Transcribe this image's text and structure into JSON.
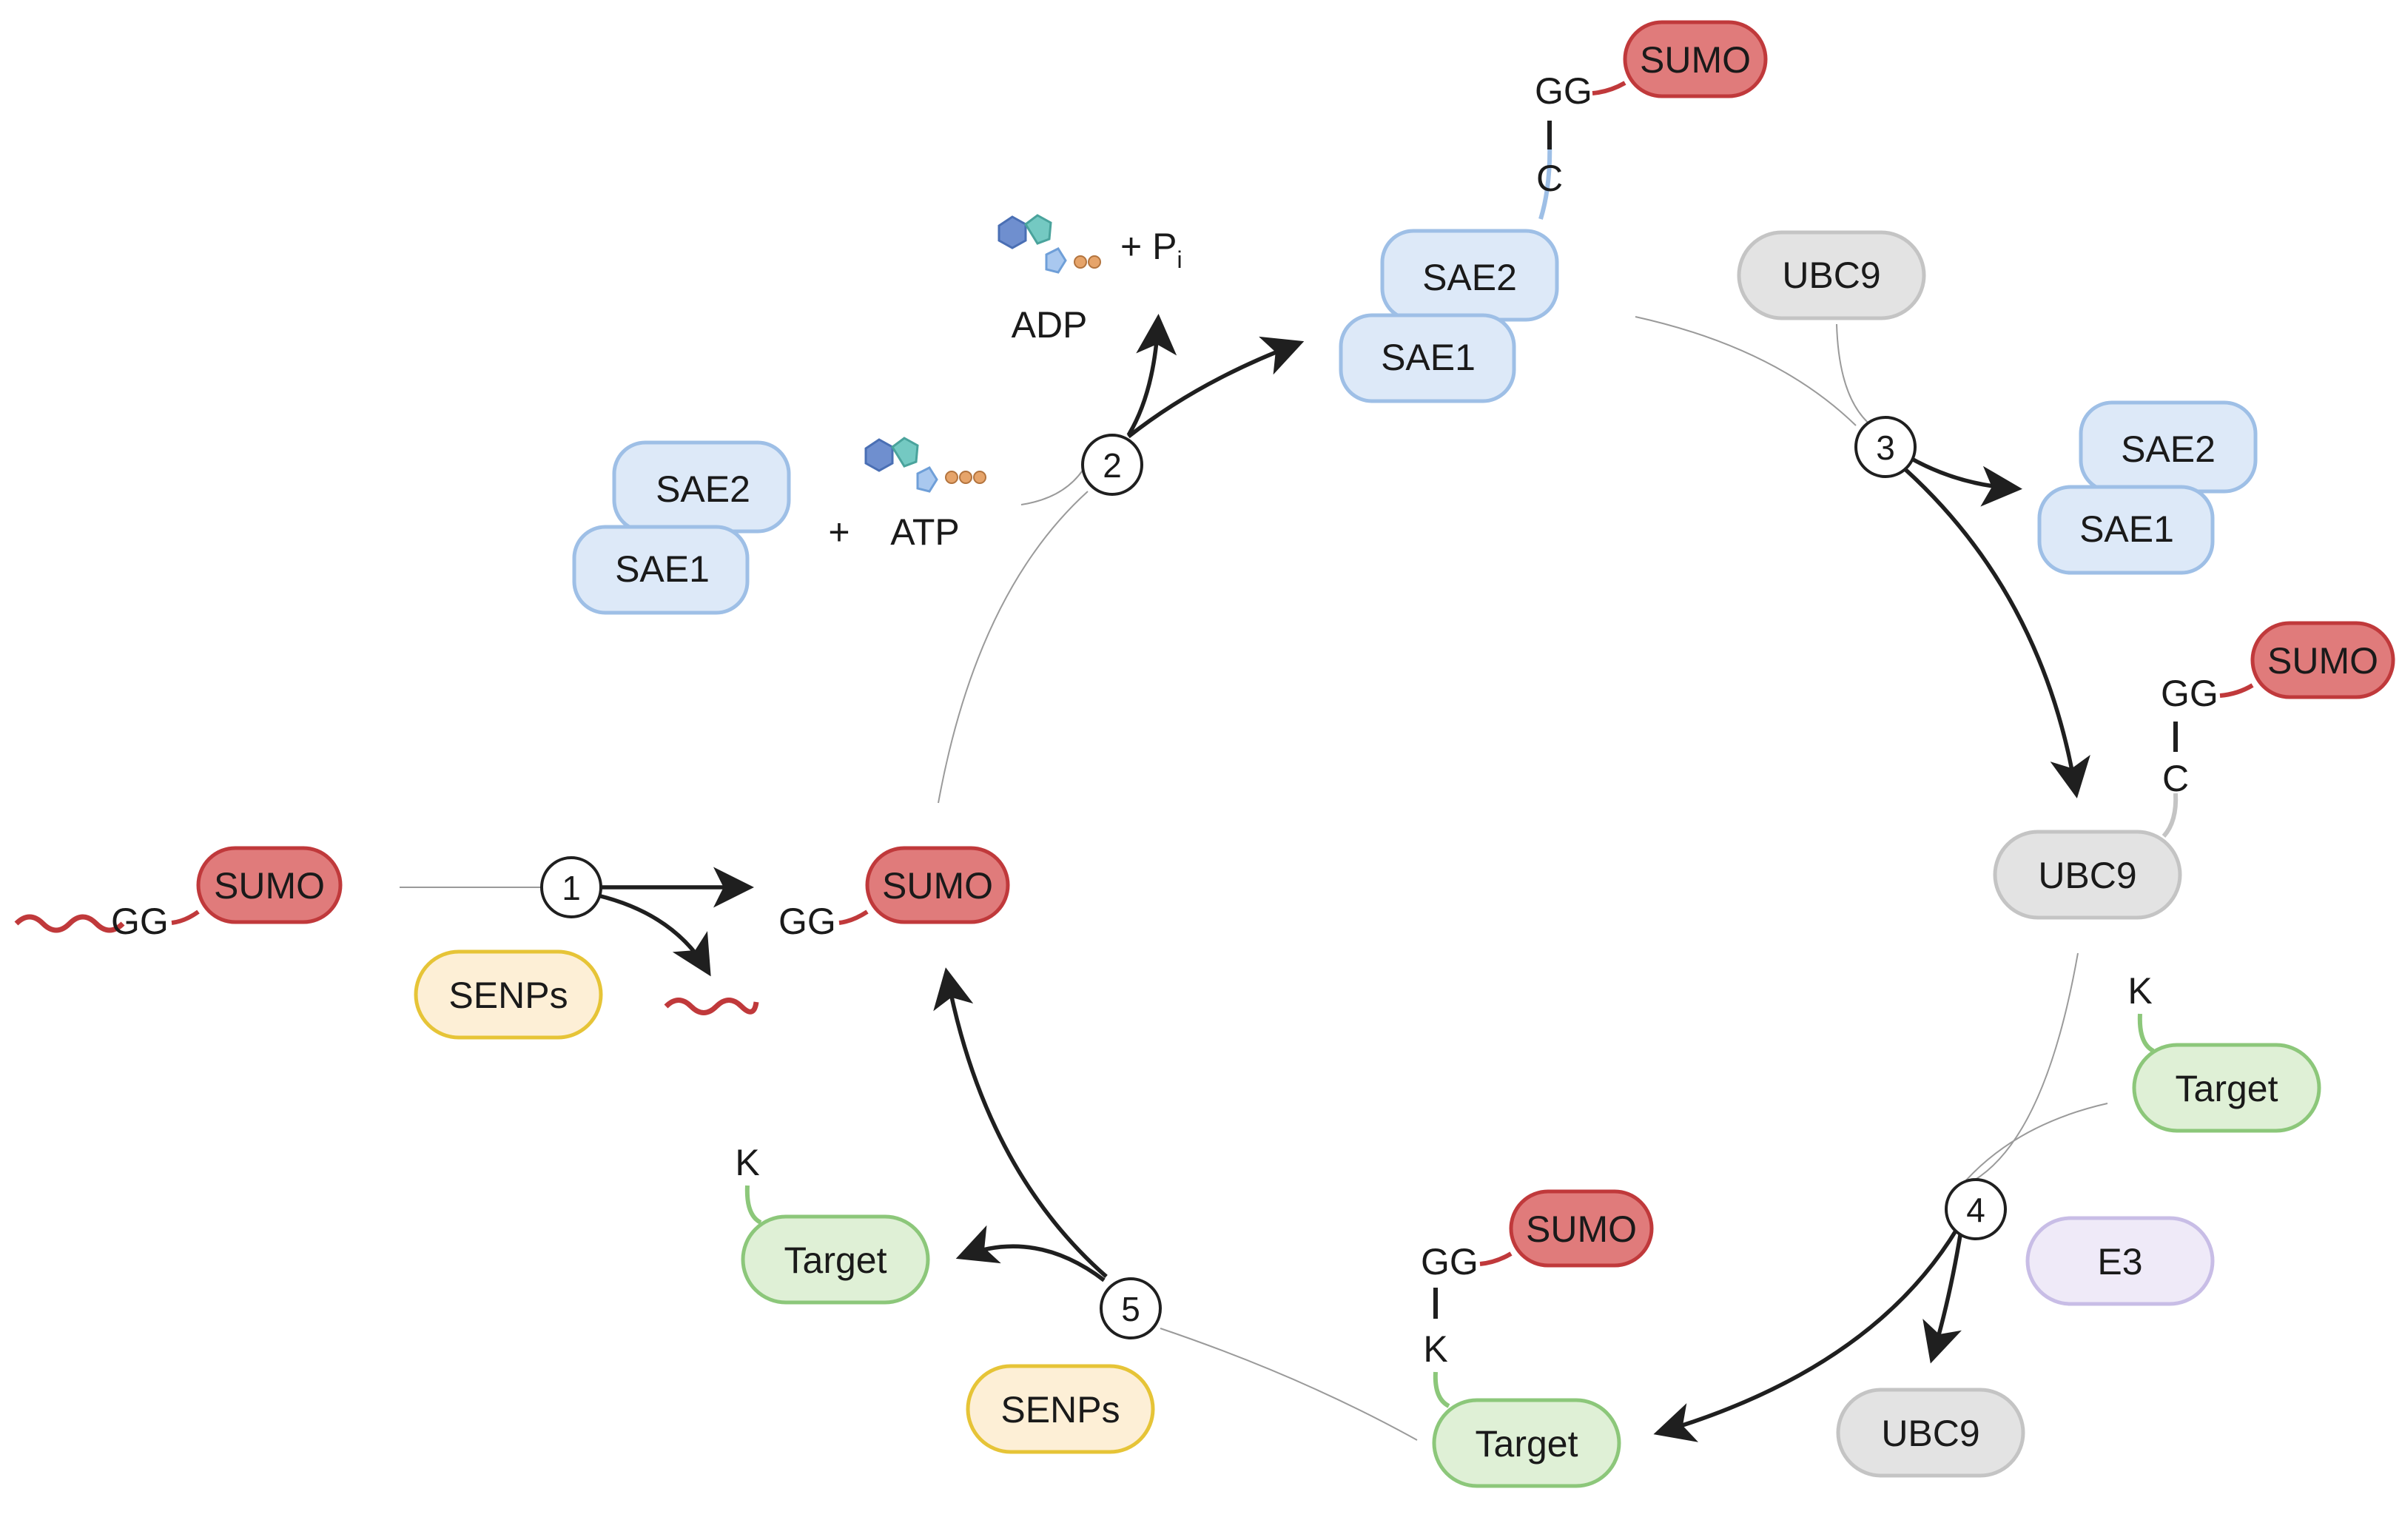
{
  "labels": {
    "sumo": "SUMO",
    "gg": "GG",
    "c": "C",
    "k": "K",
    "sae1": "SAE1",
    "sae2": "SAE2",
    "ubc9": "UBC9",
    "target": "Target",
    "senps": "SENPs",
    "e3": "E3",
    "atp": "ATP",
    "adp": "ADP",
    "plus": "+",
    "pi_main": "+ P",
    "pi_sub": "i"
  },
  "steps": [
    "1",
    "2",
    "3",
    "4",
    "5"
  ],
  "colors": {
    "sumo_fill": "#e07b7b",
    "sumo_stroke": "#c0393b",
    "sae_fill": "#dde9f8",
    "sae_stroke": "#9ebfe6",
    "ubc9_fill": "#e3e3e3",
    "target_fill": "#dff0d6",
    "target_stroke": "#8cc77a",
    "senps_fill": "#fdefd6",
    "senps_stroke": "#e6c437",
    "e3_fill": "#efeaf8",
    "arrow": "#1f1f1f",
    "cycle_line": "#9a9a9a"
  }
}
